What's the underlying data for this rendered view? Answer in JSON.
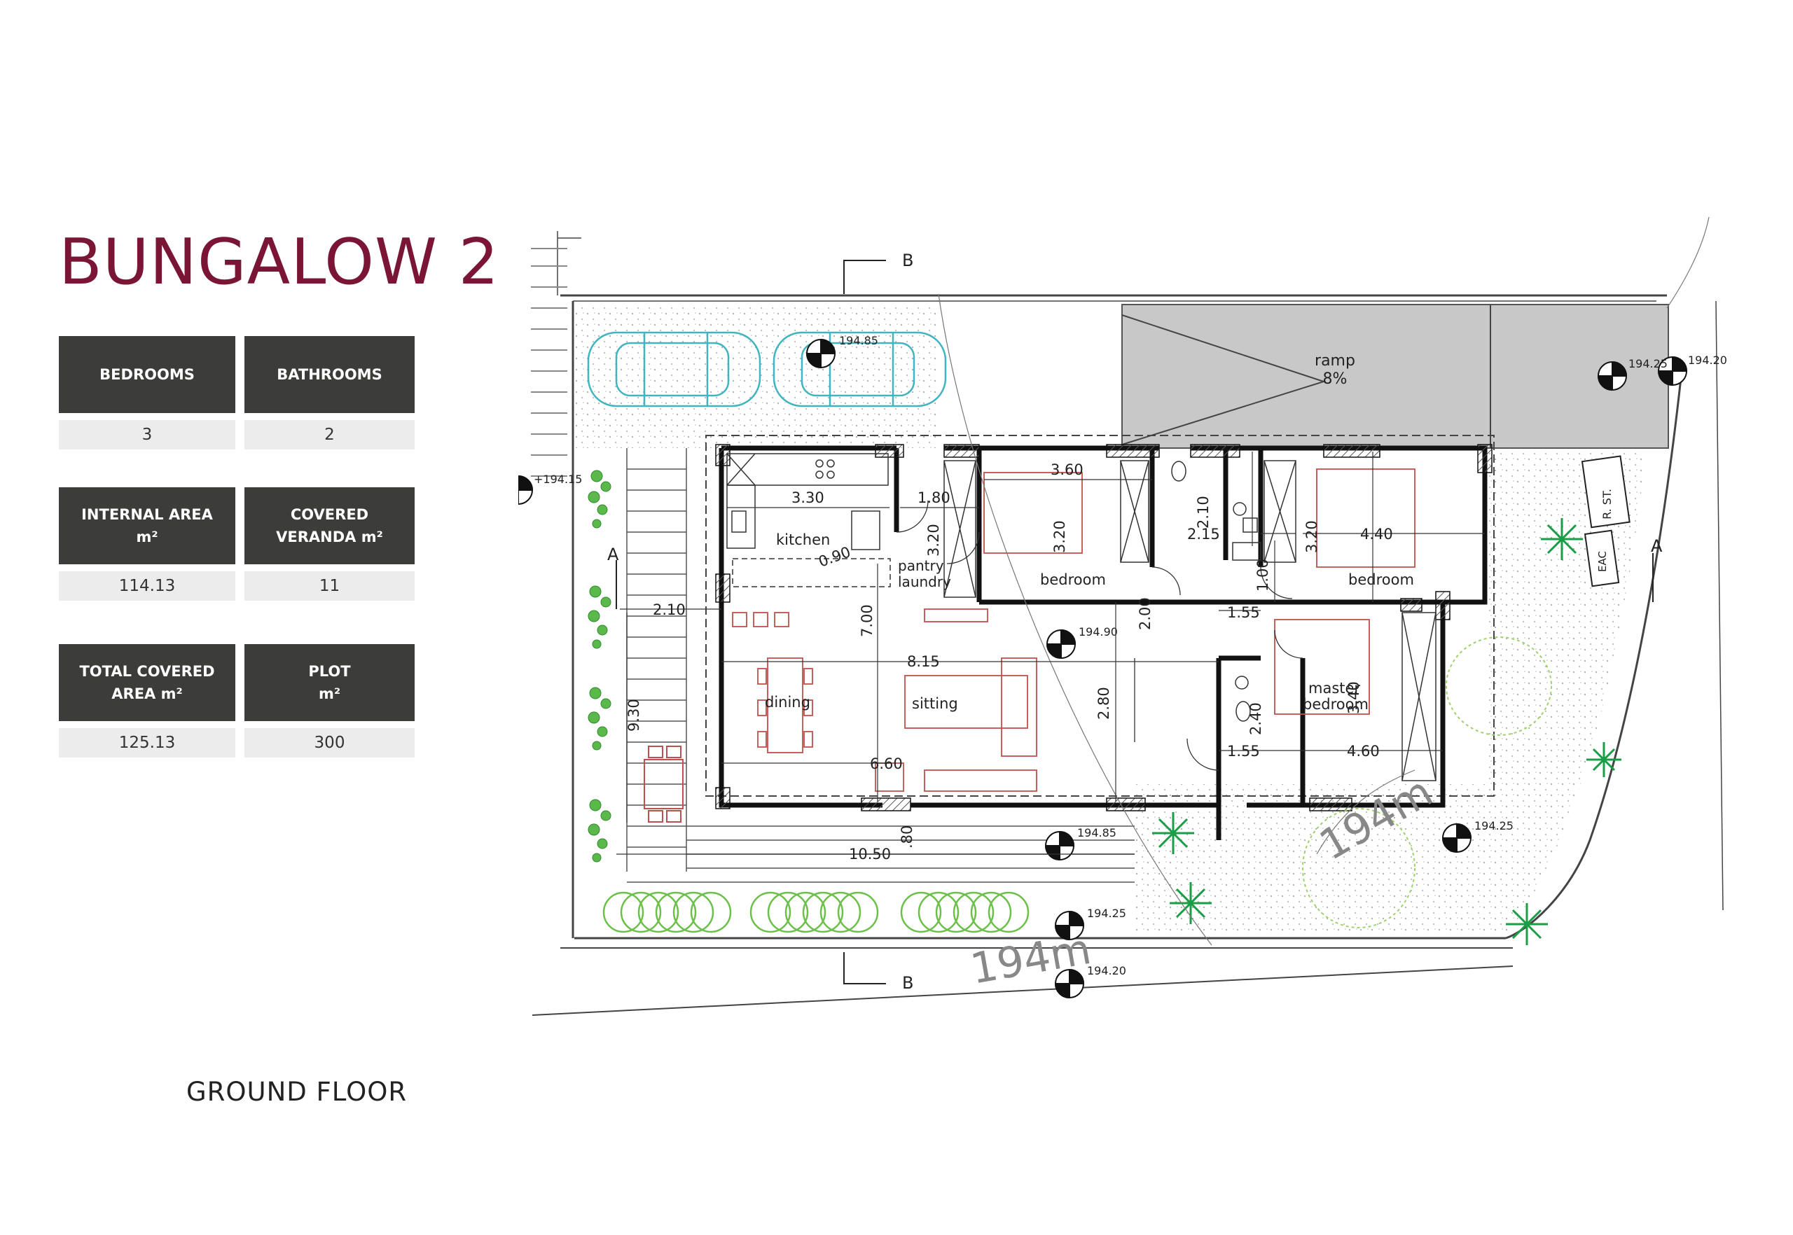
{
  "page": {
    "title": "BUNGALOW 2",
    "floor_label": "GROUND FLOOR"
  },
  "stats": [
    {
      "label_line1": "BEDROOMS",
      "label_line2": "",
      "value": "3"
    },
    {
      "label_line1": "BATHROOMS",
      "label_line2": "",
      "value": "2"
    },
    {
      "label_line1": "INTERNAL AREA",
      "label_line2": "m²",
      "value": "114.13"
    },
    {
      "label_line1": "COVERED",
      "label_line2": "VERANDA m²",
      "value": "11"
    },
    {
      "label_line1": "TOTAL COVERED",
      "label_line2": "AREA m²",
      "value": "125.13"
    },
    {
      "label_line1": "PLOT",
      "label_line2": "m²",
      "value": "300"
    }
  ],
  "plan": {
    "rooms": {
      "kitchen": "kitchen",
      "pantry": "pantry",
      "laundry": "laundry",
      "bedroom1": "bedroom",
      "bedroom2": "bedroom",
      "master1": "master",
      "master2": "bedroom",
      "dining": "dining",
      "sitting": "sitting",
      "ramp": "ramp",
      "ramp_slope": "8%"
    },
    "dimensions": {
      "d330": "3.30",
      "d180": "1.80",
      "d360": "3.60",
      "d320a": "3.20",
      "d320b": "3.20",
      "d320c": "3.20",
      "d210a": "2.10",
      "d215": "2.15",
      "d440": "4.40",
      "d090": "0.90",
      "d100": "1.00",
      "d155a": "1.55",
      "d200": "2.00",
      "d210b": "2.10",
      "d700": "7.00",
      "d930": "9.30",
      "d815": "8.15",
      "d280": "2.80",
      "d340": "3.40",
      "d240": "2.40",
      "d155b": "1.55",
      "d460": "4.60",
      "d660": "6.60",
      "d080": ".80",
      "d1050": "10.50"
    },
    "levels": {
      "l1": "194.85",
      "l2": "194.25",
      "l3": "194.20",
      "l4": "+194.15",
      "l5": "194.90",
      "l6": "194.85",
      "l7": "194.25",
      "l8": "194.25",
      "l9": "194.20"
    },
    "contours": {
      "c1": "194m",
      "c2": "194m"
    },
    "sections": {
      "b_top": "B",
      "b_bottom": "B",
      "a_left": "A",
      "a_right": "A"
    },
    "signs": {
      "rst": "R. ST.",
      "eac": "EAC"
    }
  }
}
